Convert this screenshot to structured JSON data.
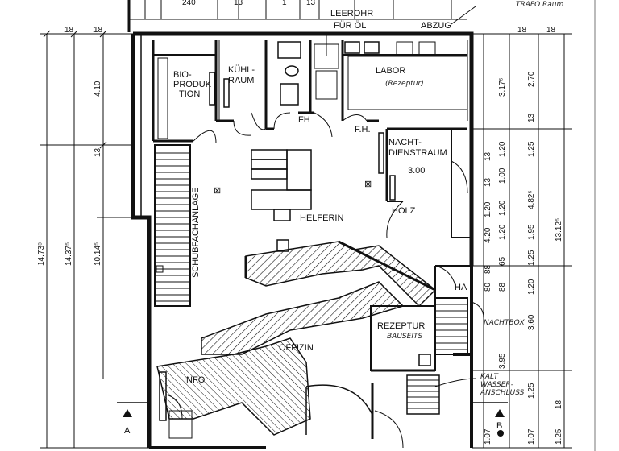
{
  "rooms": {
    "bio": [
      "BIO-",
      "PRODUK",
      "TION"
    ],
    "kuehl": [
      "KÜHL-",
      "RAUM"
    ],
    "labor": "LABOR",
    "labor_sub": "(Rezeptur)",
    "nacht": [
      "NACHT-",
      "DIENSTRAUM"
    ],
    "nacht_dim": "3.00",
    "helferin": "HELFERIN",
    "offizin": "OFFIZIN",
    "rezeptur": "REZEPTUR",
    "rezeptur_sub": "BAUSEITS",
    "info": "INFO",
    "schub": "SCHUBFACHANLAGE",
    "holz": "HOLZ",
    "ha": "HA",
    "fh1": "FH",
    "fh2": "F.H."
  },
  "notes": {
    "leerohr": [
      "LEEROHR",
      "FÜR ÖL"
    ],
    "abzug": "ABZUG",
    "nachtbox": "NACHTBOX",
    "kaltwasser": [
      "KALT",
      "WASSER-",
      "ANSCHLUSS"
    ],
    "corner": "TRAFO Raum"
  },
  "section_marks": [
    "A",
    "B"
  ],
  "dims_left": {
    "outer": "14.73⁵",
    "mid": "14.37⁵",
    "inner": "10.14⁵",
    "top": "4.10",
    "small_a": "18",
    "small_b": "18",
    "small_c": "13"
  },
  "dims_right_a": [
    "3.17⁵",
    "1.20",
    "1.00",
    "1.20",
    "1.20",
    "65",
    "88",
    "3.95"
  ],
  "dims_right_b": [
    "2.70",
    "1.25",
    "4.82⁵",
    "1.95",
    "1.25",
    "1.20",
    "3.60",
    "1.25",
    "1.07"
  ],
  "dims_right_c": [
    "13.12⁵",
    "1.25"
  ],
  "dims_right_small": [
    "18",
    "18",
    "13",
    "18"
  ],
  "dims_inner_small": [
    "13",
    "13",
    "4.20",
    "1.20",
    "80",
    "88",
    "1.07"
  ],
  "top_ticks": [
    "240",
    "13",
    "1",
    "13"
  ]
}
